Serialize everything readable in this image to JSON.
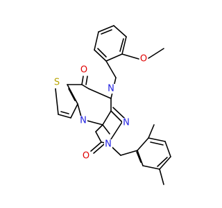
{
  "molecule": {
    "atoms": [
      {
        "label": "S",
        "color": "#b8a400"
      },
      {
        "label": "O",
        "color": "#e00000"
      },
      {
        "label": "N",
        "color": "#2020e0"
      },
      {
        "label": "O",
        "color": "#e00000"
      },
      {
        "label": "N",
        "color": "#2020e0"
      },
      {
        "label": "N",
        "color": "#2020e0"
      },
      {
        "label": "N",
        "color": "#2020e0"
      },
      {
        "label": "O",
        "color": "#e00000"
      }
    ]
  }
}
